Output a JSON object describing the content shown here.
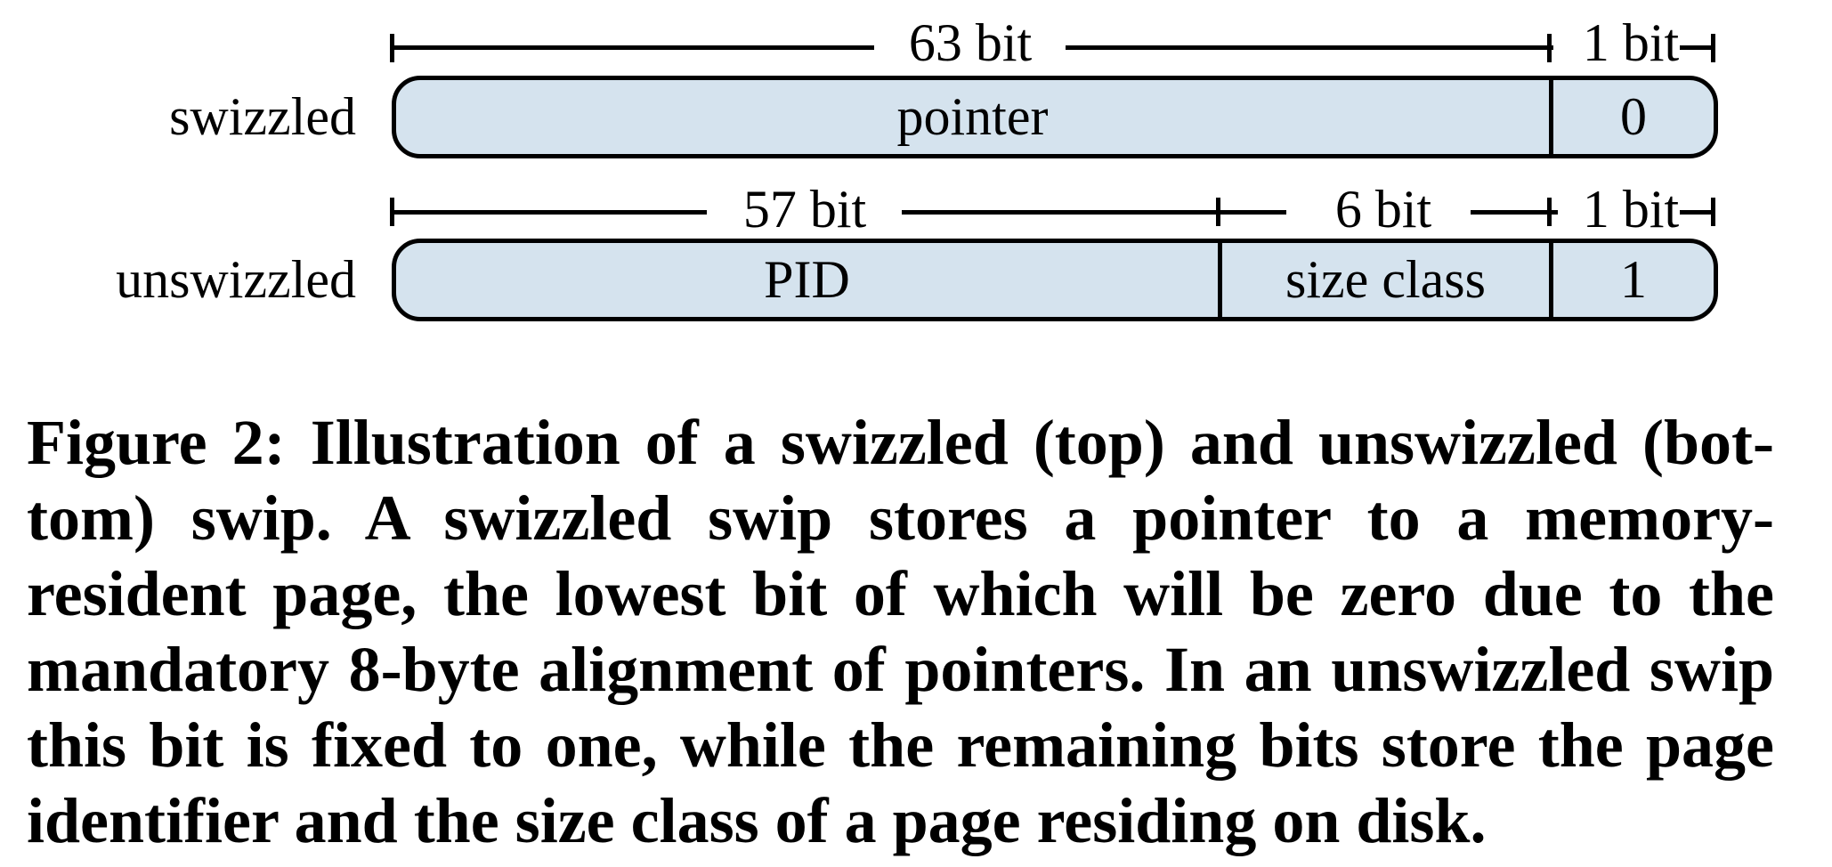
{
  "figure": {
    "fill_color": "#d5e3ee",
    "line_color": "#000000",
    "rows": [
      {
        "label": "swizzled",
        "ruler": [
          {
            "label": "63 bit"
          },
          {
            "label": "1 bit"
          }
        ],
        "cells": [
          {
            "text": "pointer",
            "bits": "63 bit"
          },
          {
            "text": "0",
            "bits": "1 bit"
          }
        ]
      },
      {
        "label": "unswizzled",
        "ruler": [
          {
            "label": "57 bit"
          },
          {
            "label": "6 bit"
          },
          {
            "label": "1 bit"
          }
        ],
        "cells": [
          {
            "text": "PID",
            "bits": "57 bit"
          },
          {
            "text": "size class",
            "bits": "6 bit"
          },
          {
            "text": "1",
            "bits": "1 bit"
          }
        ]
      }
    ]
  },
  "caption": {
    "lines": [
      "Figure 2: Illustration of a swizzled (top) and unswizzled (bot-",
      "tom) swip. A swizzled swip stores a pointer to a memory-",
      "resident page, the lowest bit of which will be zero due to the",
      "mandatory 8-byte alignment of pointers. In an unswizzled swip",
      "this bit is fixed to one, while the remaining bits store the page",
      "identifier and the size class of a page residing on disk."
    ]
  }
}
